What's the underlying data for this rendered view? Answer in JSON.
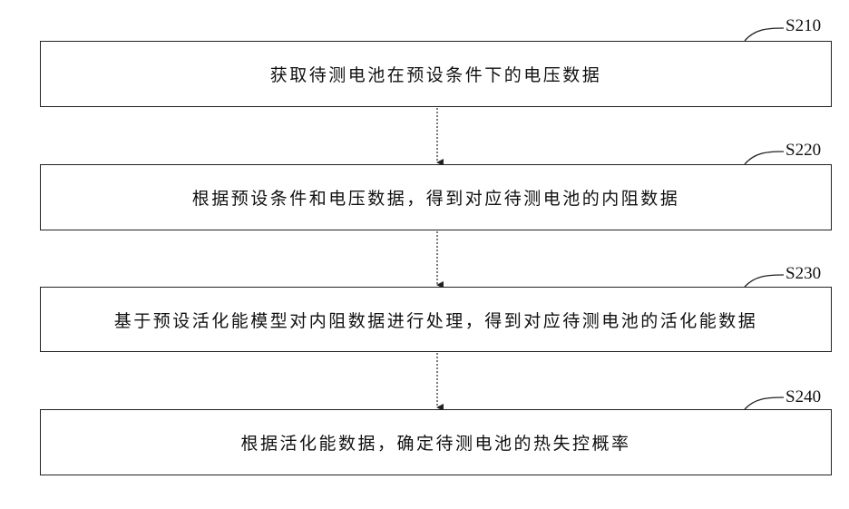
{
  "steps": [
    {
      "id": "S210",
      "text": "获取待测电池在预设条件下的电压数据"
    },
    {
      "id": "S220",
      "text": "根据预设条件和电压数据，得到对应待测电池的内阻数据"
    },
    {
      "id": "S230",
      "text": "基于预设活化能模型对内阻数据进行处理，得到对应待测电池的活化能数据"
    },
    {
      "id": "S240",
      "text": "根据活化能数据，确定待测电池的热失控概率"
    }
  ]
}
